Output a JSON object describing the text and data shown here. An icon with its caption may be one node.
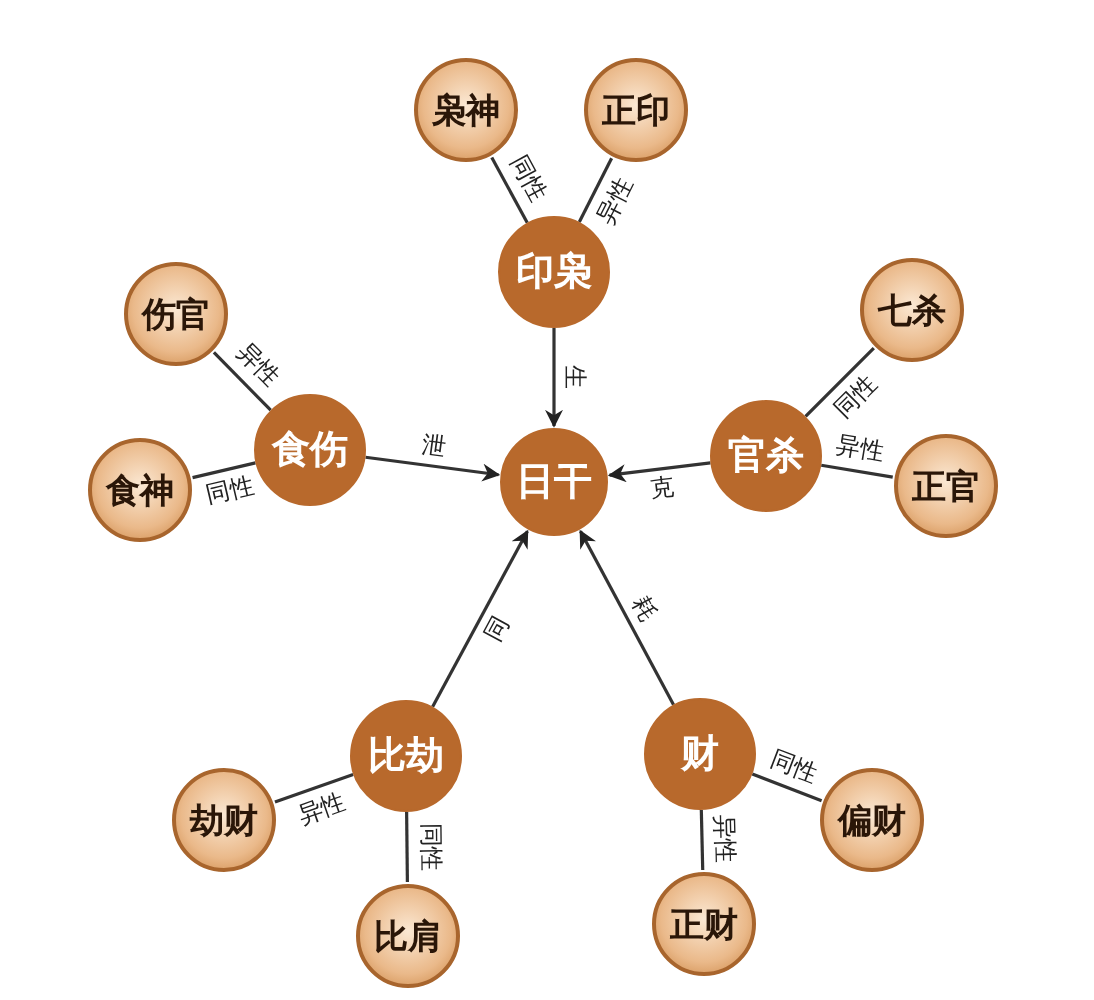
{
  "diagram": {
    "nodes": [
      {
        "text": [
          "印枭"
        ]
      },
      {
        "text": [
          "枭神"
        ]
      },
      {
        "text": [
          "正印"
        ]
      },
      {
        "text": [
          "食伤"
        ]
      },
      {
        "text": [
          "伤官"
        ]
      },
      {
        "text": [
          "食神"
        ]
      },
      {
        "text": [
          "日干"
        ]
      },
      {
        "text": [
          "官杀"
        ]
      },
      {
        "text": [
          "七杀"
        ]
      },
      {
        "text": [
          "正官"
        ]
      },
      {
        "text": [
          "比劫"
        ]
      },
      {
        "text": [
          "劫财"
        ]
      },
      {
        "text": [
          "比肩"
        ]
      },
      {
        "text": [
          "财"
        ]
      },
      {
        "text": [
          "偏财"
        ]
      },
      {
        "text": [
          "正财"
        ]
      }
    ],
    "edges": [
      {
        "from": 0,
        "to": 1,
        "arrow": "none",
        "label": "同性"
      },
      {
        "from": 0,
        "to": 2,
        "arrow": "none",
        "label": "异性"
      },
      {
        "from": 0,
        "to": 6,
        "arrow": "to",
        "label": "生"
      },
      {
        "from": 3,
        "to": 4,
        "arrow": "none",
        "label": "异性"
      },
      {
        "from": 3,
        "to": 5,
        "arrow": "none",
        "label": "同性"
      },
      {
        "from": 3,
        "to": 6,
        "arrow": "to",
        "label": "泄"
      },
      {
        "from": 7,
        "to": 8,
        "arrow": "none",
        "label": "同性"
      },
      {
        "from": 7,
        "to": 9,
        "arrow": "none",
        "label": "异性"
      },
      {
        "from": 7,
        "to": 6,
        "arrow": "to",
        "label": "克"
      },
      {
        "from": 10,
        "to": 11,
        "arrow": "none",
        "label": "异性"
      },
      {
        "from": 10,
        "to": 12,
        "arrow": "none",
        "label": "同性"
      },
      {
        "from": 10,
        "to": 6,
        "arrow": "to",
        "label": "同"
      },
      {
        "from": 13,
        "to": 14,
        "arrow": "none",
        "label": "同性"
      },
      {
        "from": 13,
        "to": 15,
        "arrow": "none",
        "label": "异性"
      },
      {
        "from": 13,
        "to": 6,
        "arrow": "to",
        "label": "耗"
      }
    ]
  }
}
